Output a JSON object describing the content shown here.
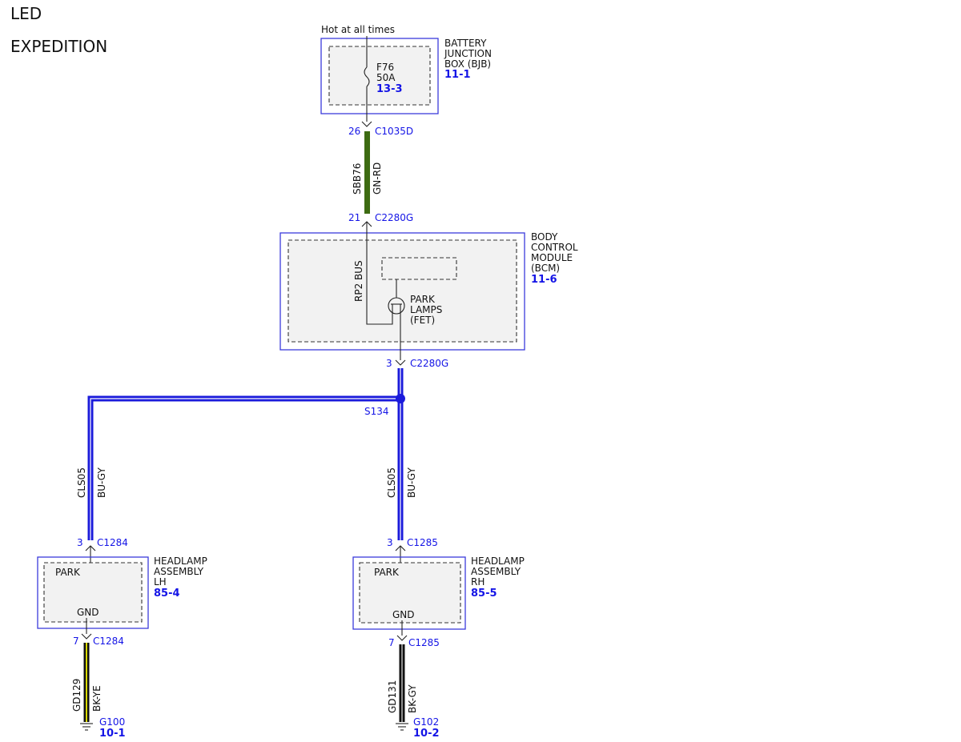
{
  "header": {
    "line1": "LED",
    "line2": "EXPEDITION"
  },
  "colors": {
    "accent": "#1414e6",
    "module_border": "#3b3bdc",
    "wire_gn_rd": "#3d6b12",
    "wire_bu_gy": "#1a1adb",
    "wire_bk_ye": "#b8b800",
    "wire_bk_gy": "#222222"
  },
  "bjb": {
    "supply_label": "Hot at all times",
    "title": [
      "BATTERY",
      "JUNCTION",
      "BOX (BJB)"
    ],
    "ref": "11-1",
    "fuse": {
      "id": "F76",
      "rating": "50A",
      "ref": "13-3"
    },
    "out_pin": "26",
    "out_connector": "C1035D"
  },
  "wire_sbb76": {
    "circuit": "SBB76",
    "color": "GN-RD"
  },
  "bcm": {
    "in_pin": "21",
    "in_connector": "C2280G",
    "title": [
      "BODY",
      "CONTROL",
      "MODULE",
      "(BCM)"
    ],
    "ref": "11-6",
    "bus_label": "RP2 BUS",
    "fet_label": [
      "PARK",
      "LAMPS",
      "(FET)"
    ],
    "out_pin": "3",
    "out_connector": "C2280G"
  },
  "splice": {
    "id": "S134"
  },
  "wire_cls05_lh": {
    "circuit": "CLS05",
    "color": "BU-GY"
  },
  "wire_cls05_rh": {
    "circuit": "CLS05",
    "color": "BU-GY"
  },
  "lh": {
    "in_pin": "3",
    "in_connector": "C1284",
    "title": [
      "HEADLAMP",
      "ASSEMBLY",
      "LH"
    ],
    "ref": "85-4",
    "park_label": "PARK",
    "gnd_label": "GND",
    "out_pin": "7",
    "out_connector": "C1284",
    "gnd_wire": {
      "circuit": "GD129",
      "color": "BK-YE"
    },
    "ground": {
      "id": "G100",
      "ref": "10-1"
    }
  },
  "rh": {
    "in_pin": "3",
    "in_connector": "C1285",
    "title": [
      "HEADLAMP",
      "ASSEMBLY",
      "RH"
    ],
    "ref": "85-5",
    "park_label": "PARK",
    "gnd_label": "GND",
    "out_pin": "7",
    "out_connector": "C1285",
    "gnd_wire": {
      "circuit": "GD131",
      "color": "BK-GY"
    },
    "ground": {
      "id": "G102",
      "ref": "10-2"
    }
  }
}
